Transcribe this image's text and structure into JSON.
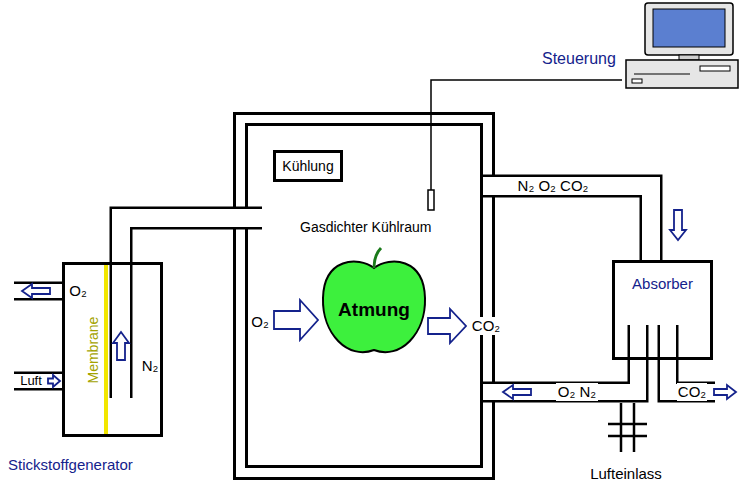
{
  "diagram": {
    "nodes": [
      {
        "text": [
          "Steuerung"
        ]
      },
      {
        "text": [
          "Gasdichter Kühlraum"
        ]
      },
      {
        "text": [
          "Kühlung"
        ],
        "in": 1
      },
      {
        "text": [
          "Atmung"
        ],
        "in": 1
      },
      {
        "text": [
          "Stickstoffgenerator"
        ]
      },
      {
        "text": [
          "Absorber"
        ]
      }
    ],
    "edges": [
      {
        "from": 0,
        "to": 1,
        "arrow": "none"
      },
      {
        "from": 1,
        "to": 5,
        "label": "N₂ O₂ CO₂",
        "arrow": "to"
      },
      {
        "from": 5,
        "to": 1,
        "label": "O₂ N₂",
        "arrow": "to"
      },
      {
        "from": 4,
        "to": 1,
        "arrow": "none"
      }
    ],
    "labels": [
      "O₂",
      "Luft",
      "N₂",
      "Membrane",
      "O₂",
      "CO₂",
      "CO₂",
      "Lufteinlass"
    ]
  }
}
